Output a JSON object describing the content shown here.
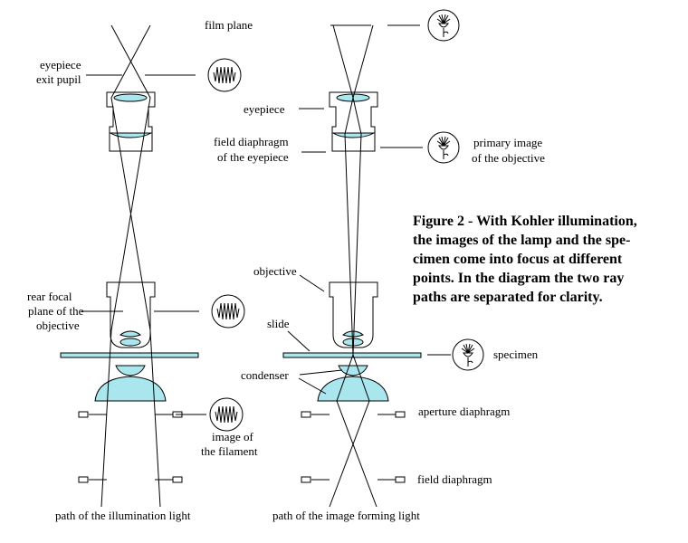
{
  "labels": {
    "film_plane": "film plane",
    "eyepiece_exit_pupil": [
      "eyepiece",
      "exit pupil"
    ],
    "eyepiece": "eyepiece",
    "field_diaphragm_eyepiece": [
      "field diaphragm",
      "of the eyepiece"
    ],
    "primary_image": [
      "primary image",
      "of the objective"
    ],
    "objective": "objective",
    "rear_focal_plane": [
      "rear focal",
      "plane of the",
      "objective"
    ],
    "slide": "slide",
    "specimen": "specimen",
    "condenser": "condenser",
    "aperture_diaphragm": "aperture diaphragm",
    "image_of_filament": [
      "image of",
      "the filament"
    ],
    "field_diaphragm": "field diaphragm",
    "path_illumination": "path of the illumination light",
    "path_image": "path of the image forming light"
  },
  "caption": [
    "Figure 2 - With Kohler illumination,",
    "the images of the lamp and the spe-",
    "cimen come into focus at different",
    "points. In the diagram the two ray",
    "paths are separated for clarity."
  ],
  "icons": {
    "filament": "filament-icon",
    "specimen": "flower-specimen-icon"
  },
  "colors": {
    "lens": "#a9e6ee"
  }
}
